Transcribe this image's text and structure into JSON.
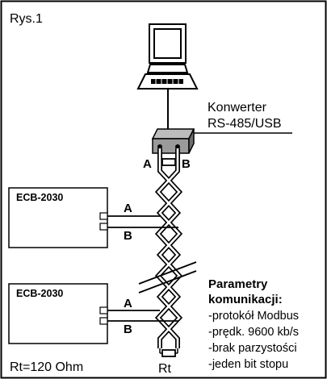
{
  "figure_label": "Rys.1",
  "converter": {
    "line1": "Konwerter",
    "line2": "RS-485/USB"
  },
  "devices": [
    {
      "name": "ECB-2030",
      "wire_a": "A",
      "wire_b": "B"
    },
    {
      "name": "ECB-2030",
      "wire_a": "A",
      "wire_b": "B"
    }
  ],
  "bus_labels": {
    "a": "A",
    "b": "B"
  },
  "terminator": {
    "symbol": "Rt",
    "value": "Rt=120 Ohm"
  },
  "parameters": {
    "heading_line1": "Parametry",
    "heading_line2": "komunikacji:",
    "items": [
      "-protokół Modbus",
      "-prędk. 9600 kb/s",
      "-brak parzystości",
      "-jeden bit stopu"
    ]
  },
  "icons": {
    "computer": "computer-icon",
    "converter": "converter-box-icon",
    "resistor": "resistor-icon"
  }
}
